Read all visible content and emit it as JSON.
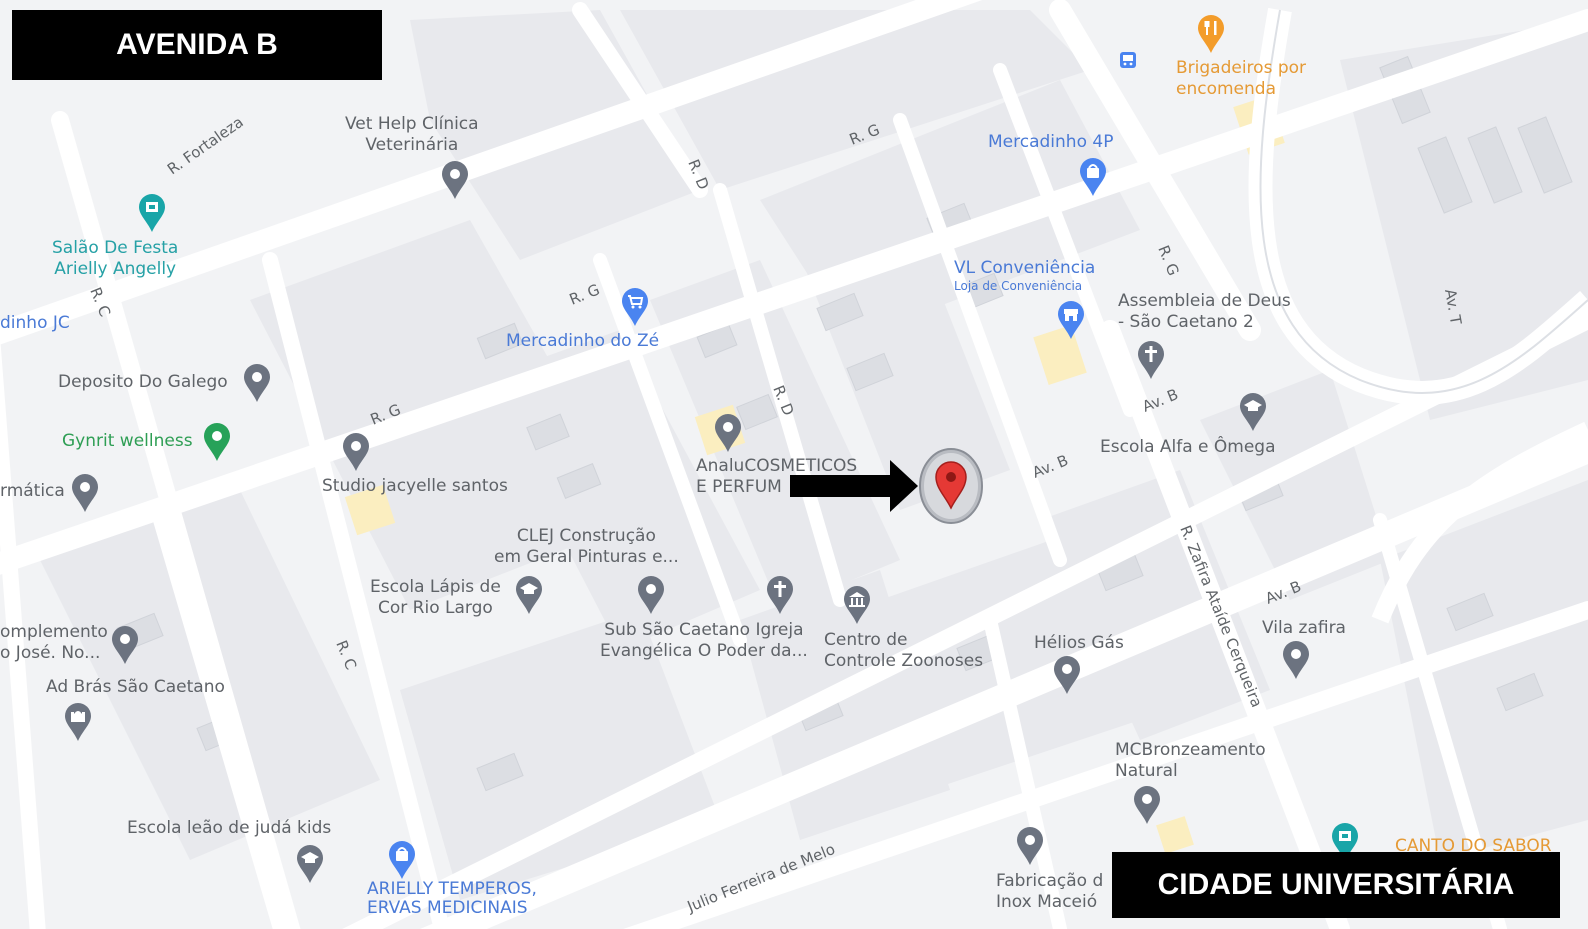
{
  "labels": {
    "top_banner": "AVENIDA B",
    "bottom_banner": "CIDADE UNIVERSITÁRIA"
  },
  "roads": {
    "r_fortaleza": "R. Fortaleza",
    "r_g_1": "R. G",
    "r_g_2": "R. G",
    "r_g_3": "R. G",
    "r_g_4": "R. G",
    "r_d_1": "R. D",
    "r_d_2": "R. D",
    "r_c_1": "R. C",
    "r_c_2": "R. C",
    "av_b_1": "Av. B",
    "av_b_2": "Av. B",
    "av_b_3": "Av. B",
    "av_t": "Av. T",
    "r_zafira": "R. Zafira Ataíde Cerqueira",
    "julio": "Julio Ferreira de Melo"
  },
  "pois": {
    "vet_help": "Vet Help Clínica\nVeterinária",
    "salao": "Salão De Festa\nArielly Angelly",
    "dinho": "dinho JC",
    "deposito": "Deposito Do Galego",
    "gynrit": "Gynrit wellness",
    "rmatica": "rmática",
    "studio": "Studio jacyelle santos",
    "mercadinho_ze": "Mercadinho do Zé",
    "analu": "AnaluCOSMETICOS\nE PERFUM",
    "clej": "CLEJ Construção\nem Geral Pinturas e...",
    "escola_lapis": "Escola Lápis de\nCor Rio Largo",
    "sub_sao_caetano": "Sub São Caetano Igreja\nEvangélica O Poder da...",
    "centro_zoonoses": "Centro de\nControle Zoonoses",
    "helios": "Hélios Gás",
    "vila_zafira": "Vila zafira",
    "complemento": "omplemento\no José. No...",
    "ad_bras": "Ad Brás São Caetano",
    "escola_leao": "Escola leão de judá kids",
    "arielly_temperos": "ARIELLY TEMPEROS,\nERVAS MEDICINAIS",
    "fabricacao": "Fabricação d\nInox Maceió",
    "mcbronze": "MCBronzeamento\nNatural",
    "canto_sabor": "CANTO DO SABOR",
    "escola_alfa": "Escola Alfa e Ômega",
    "assembleia": "Assembleia de Deus\n- São Caetano 2",
    "vl_conv": "VL Conveniência",
    "vl_conv_sub": "Loja de Conveniência",
    "mercadinho_4p": "Mercadinho 4P",
    "brigadeiros": "Brigadeiros por\nencomenda"
  },
  "colors": {
    "background": "#f2f3f5",
    "road": "#ffffff",
    "block": "#e7e8ec",
    "building": "#dfe1e6",
    "pin_grey": "#6c7380",
    "pin_blue": "#4a84f0",
    "pin_teal": "#19a5a8",
    "pin_green": "#27a259",
    "pin_orange": "#f39c2a",
    "marker_red": "#e53935",
    "banner": "#000000"
  }
}
